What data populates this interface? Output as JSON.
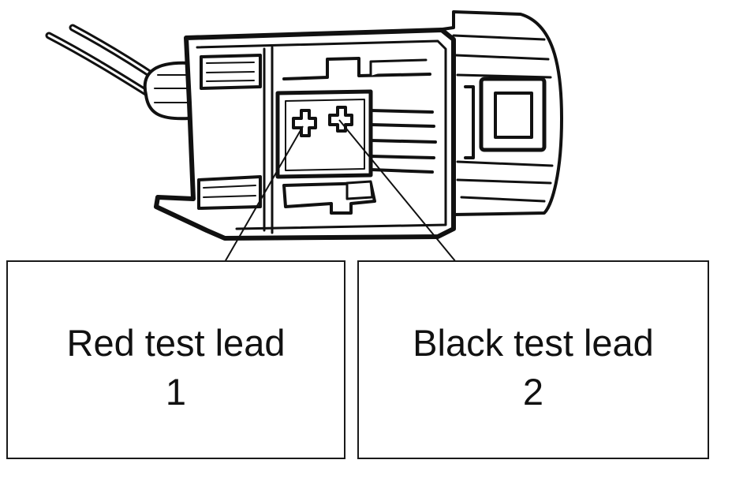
{
  "diagram": {
    "labels": [
      {
        "text": "Red test lead",
        "number": "1"
      },
      {
        "text": "Black test lead",
        "number": "2"
      }
    ]
  },
  "colors": {
    "ink": "#111111",
    "fill": "#ffffff"
  }
}
